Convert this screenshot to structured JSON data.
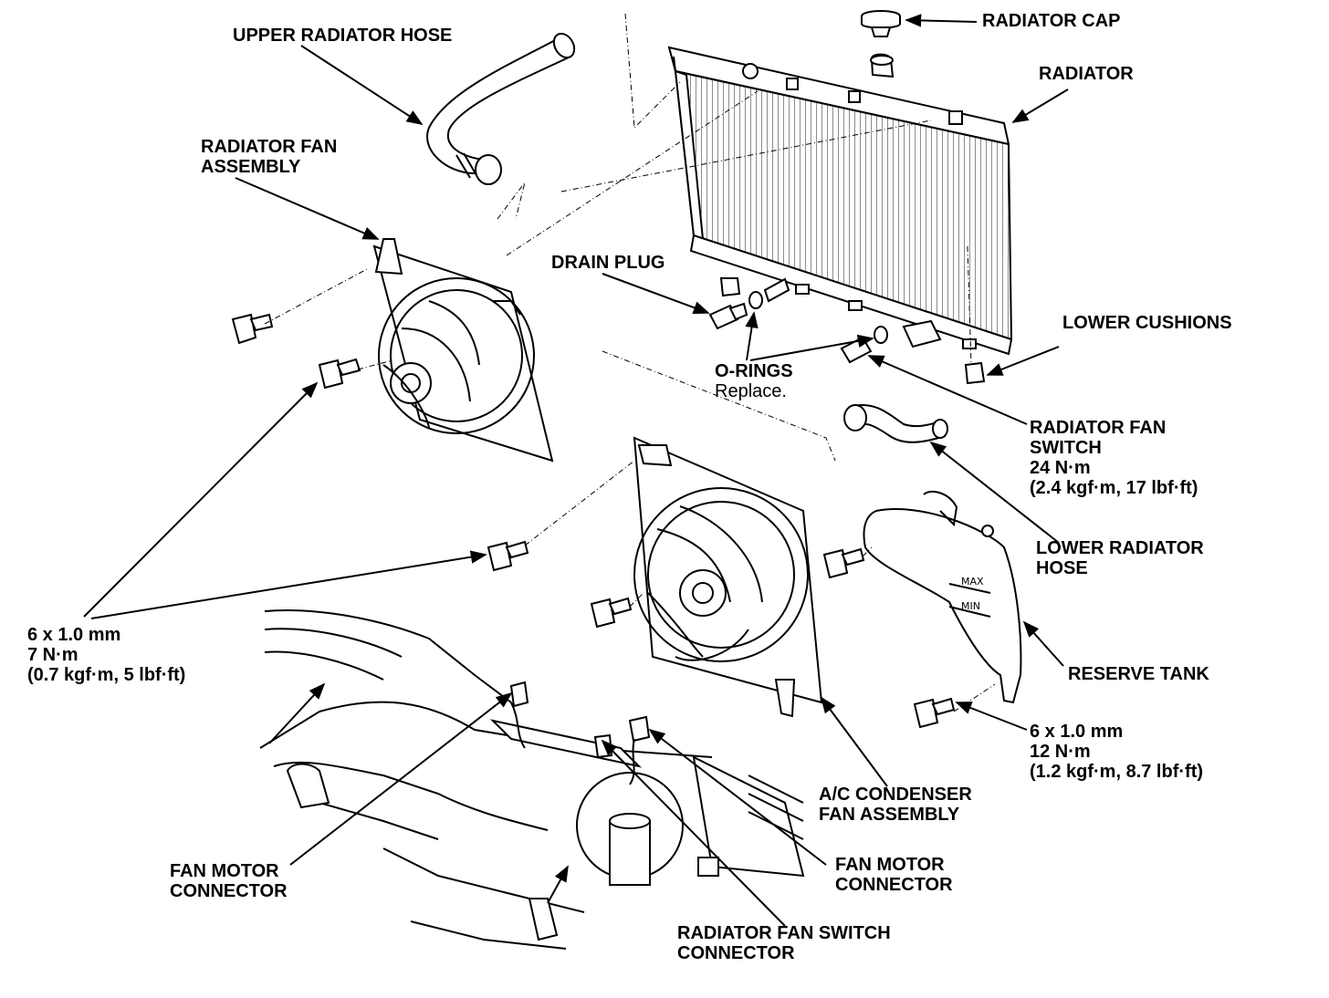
{
  "diagram": {
    "labels": {
      "upper_radiator_hose": "UPPER RADIATOR HOSE",
      "radiator_cap": "RADIATOR CAP",
      "radiator": "RADIATOR",
      "radiator_fan_assembly_1": "RADIATOR FAN",
      "radiator_fan_assembly_2": "ASSEMBLY",
      "drain_plug": "DRAIN PLUG",
      "lower_cushions": "LOWER CUSHIONS",
      "o_rings": "O-RINGS",
      "o_rings_note": "Replace.",
      "fan_switch_1": "RADIATOR FAN",
      "fan_switch_2": "SWITCH",
      "fan_switch_torque": "24 N·m",
      "fan_switch_torque_alt": "(2.4 kgf·m, 17 lbf·ft)",
      "lower_hose_1": "LOWER RADIATOR",
      "lower_hose_2": "HOSE",
      "bolt_left_size": "6 x 1.0 mm",
      "bolt_left_torque": "7 N·m",
      "bolt_left_torque_alt": "(0.7 kgf·m, 5 lbf·ft)",
      "reserve_tank": "RESERVE TANK",
      "bolt_right_size": "6 x 1.0 mm",
      "bolt_right_torque": "12 N·m",
      "bolt_right_torque_alt": "(1.2 kgf·m, 8.7 lbf·ft)",
      "ac_condenser_1": "A/C CONDENSER",
      "ac_condenser_2": "FAN ASSEMBLY",
      "fan_motor_connector_left_1": "FAN MOTOR",
      "fan_motor_connector_left_2": "CONNECTOR",
      "fan_motor_connector_right_1": "FAN MOTOR",
      "fan_motor_connector_right_2": "CONNECTOR",
      "fan_switch_connector_1": "RADIATOR FAN SWITCH",
      "fan_switch_connector_2": "CONNECTOR"
    },
    "tank_marks": {
      "max": "MAX",
      "min": "MIN"
    }
  }
}
